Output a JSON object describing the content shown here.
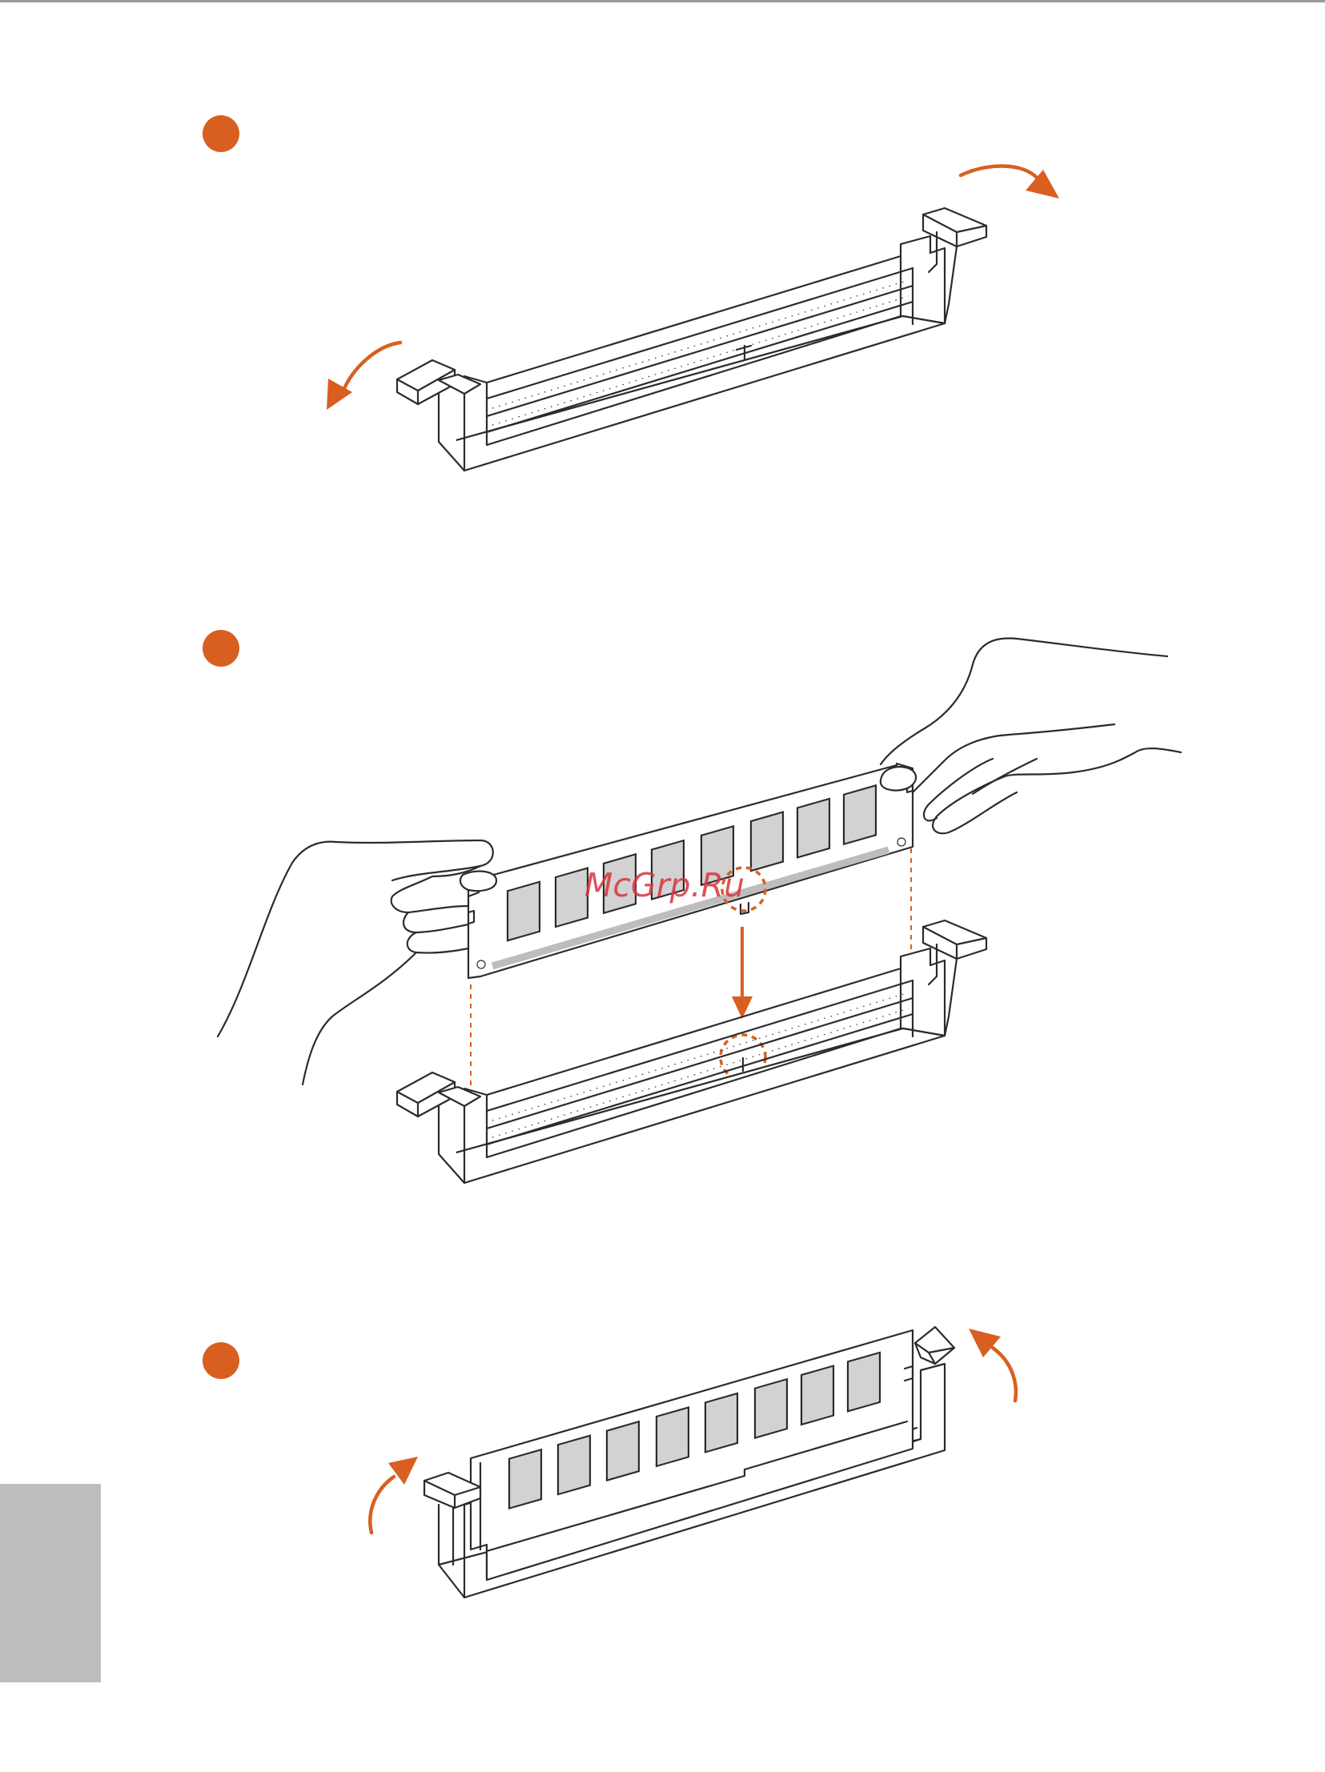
{
  "steps": [
    {
      "id": 1,
      "action": "open-latches"
    },
    {
      "id": 2,
      "action": "align-notch-and-insert-module"
    },
    {
      "id": 3,
      "action": "latches-close"
    }
  ],
  "watermark": "McGrp.Ru",
  "colors": {
    "accent": "#d95f20",
    "line": "#2b2b2b",
    "chip": "#d2d2d2",
    "side_tab": "#bdbdbd",
    "watermark": "#d8343f"
  },
  "icons": [
    "curved-arrow-icon",
    "down-arrow-icon",
    "notch-highlight-icon",
    "hand-icon"
  ]
}
